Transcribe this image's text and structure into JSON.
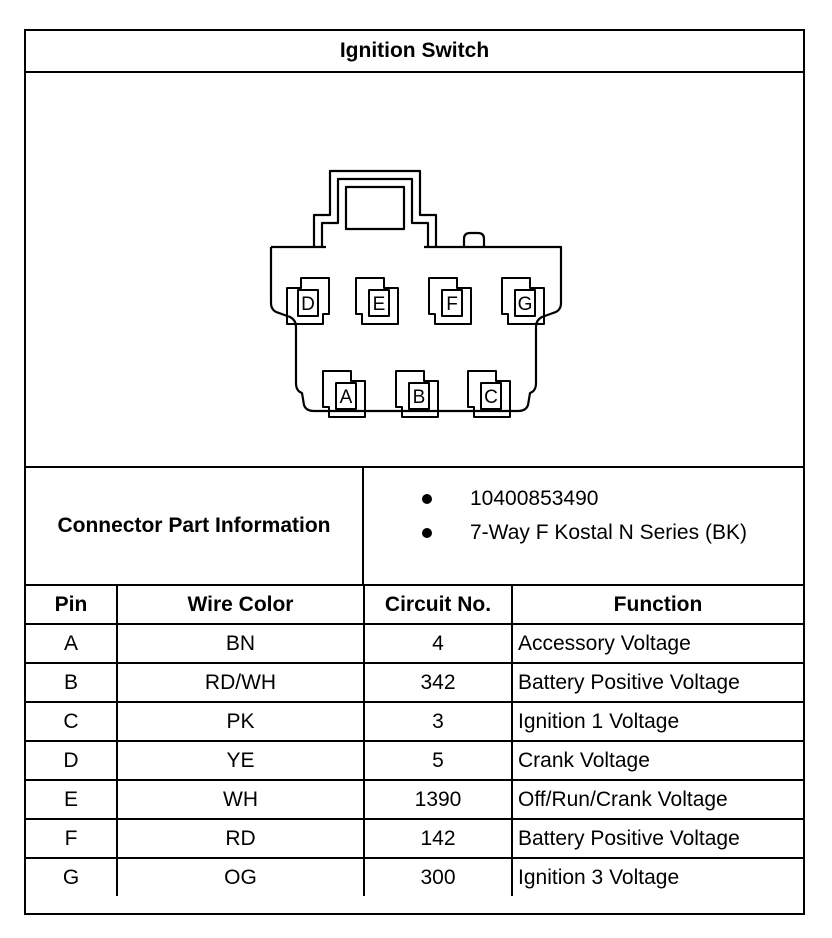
{
  "title": "Ignition Switch",
  "connector": {
    "top_row_pins": [
      "D",
      "E",
      "F",
      "G"
    ],
    "bottom_row_pins": [
      "A",
      "B",
      "C"
    ]
  },
  "part_info": {
    "label": "Connector Part Information",
    "items": [
      "10400853490",
      "7-Way F Kostal N Series (BK)"
    ]
  },
  "table": {
    "headers": [
      "Pin",
      "Wire Color",
      "Circuit No.",
      "Function"
    ],
    "rows": [
      [
        "A",
        "BN",
        "4",
        "Accessory Voltage"
      ],
      [
        "B",
        "RD/WH",
        "342",
        "Battery Positive Voltage"
      ],
      [
        "C",
        "PK",
        "3",
        "Ignition 1 Voltage"
      ],
      [
        "D",
        "YE",
        "5",
        "Crank Voltage"
      ],
      [
        "E",
        "WH",
        "1390",
        "Off/Run/Crank Voltage"
      ],
      [
        "F",
        "RD",
        "142",
        "Battery Positive Voltage"
      ],
      [
        "G",
        "OG",
        "300",
        "Ignition 3 Voltage"
      ]
    ]
  }
}
